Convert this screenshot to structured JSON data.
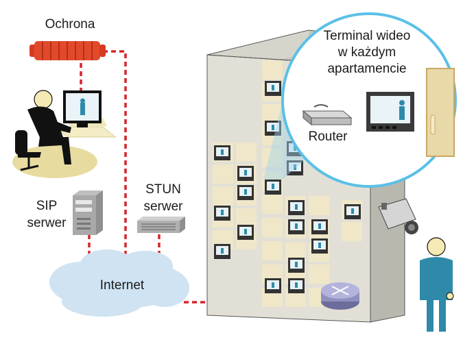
{
  "labels": {
    "security": "Ochrona",
    "sip_line1": "SIP",
    "sip_line2": "serwer",
    "stun_line1": "STUN",
    "stun_line2": "serwer",
    "internet": "Internet",
    "terminal_line1": "Terminal wideo",
    "terminal_line2": "w każdym",
    "terminal_line3": "apartamencie",
    "router": "Router"
  },
  "icons": [
    "alarm-siren-icon",
    "guard-person-icon",
    "monitor-icon",
    "sip-server-icon",
    "stun-server-icon",
    "cloud-icon",
    "building-icon",
    "video-terminal-icon",
    "router-icon",
    "switch-icon",
    "camera-icon",
    "visitor-person-icon",
    "door-icon"
  ],
  "colors": {
    "link_line": "#d8232a",
    "siren": "#e2492b",
    "cloud": "#cfe3f2",
    "zoom_circle": "#5bc0e6",
    "building_front": "#e2e0d6",
    "building_side": "#c9c8be",
    "visitor": "#2e8aa8",
    "guard_floor": "#e7dba0"
  }
}
